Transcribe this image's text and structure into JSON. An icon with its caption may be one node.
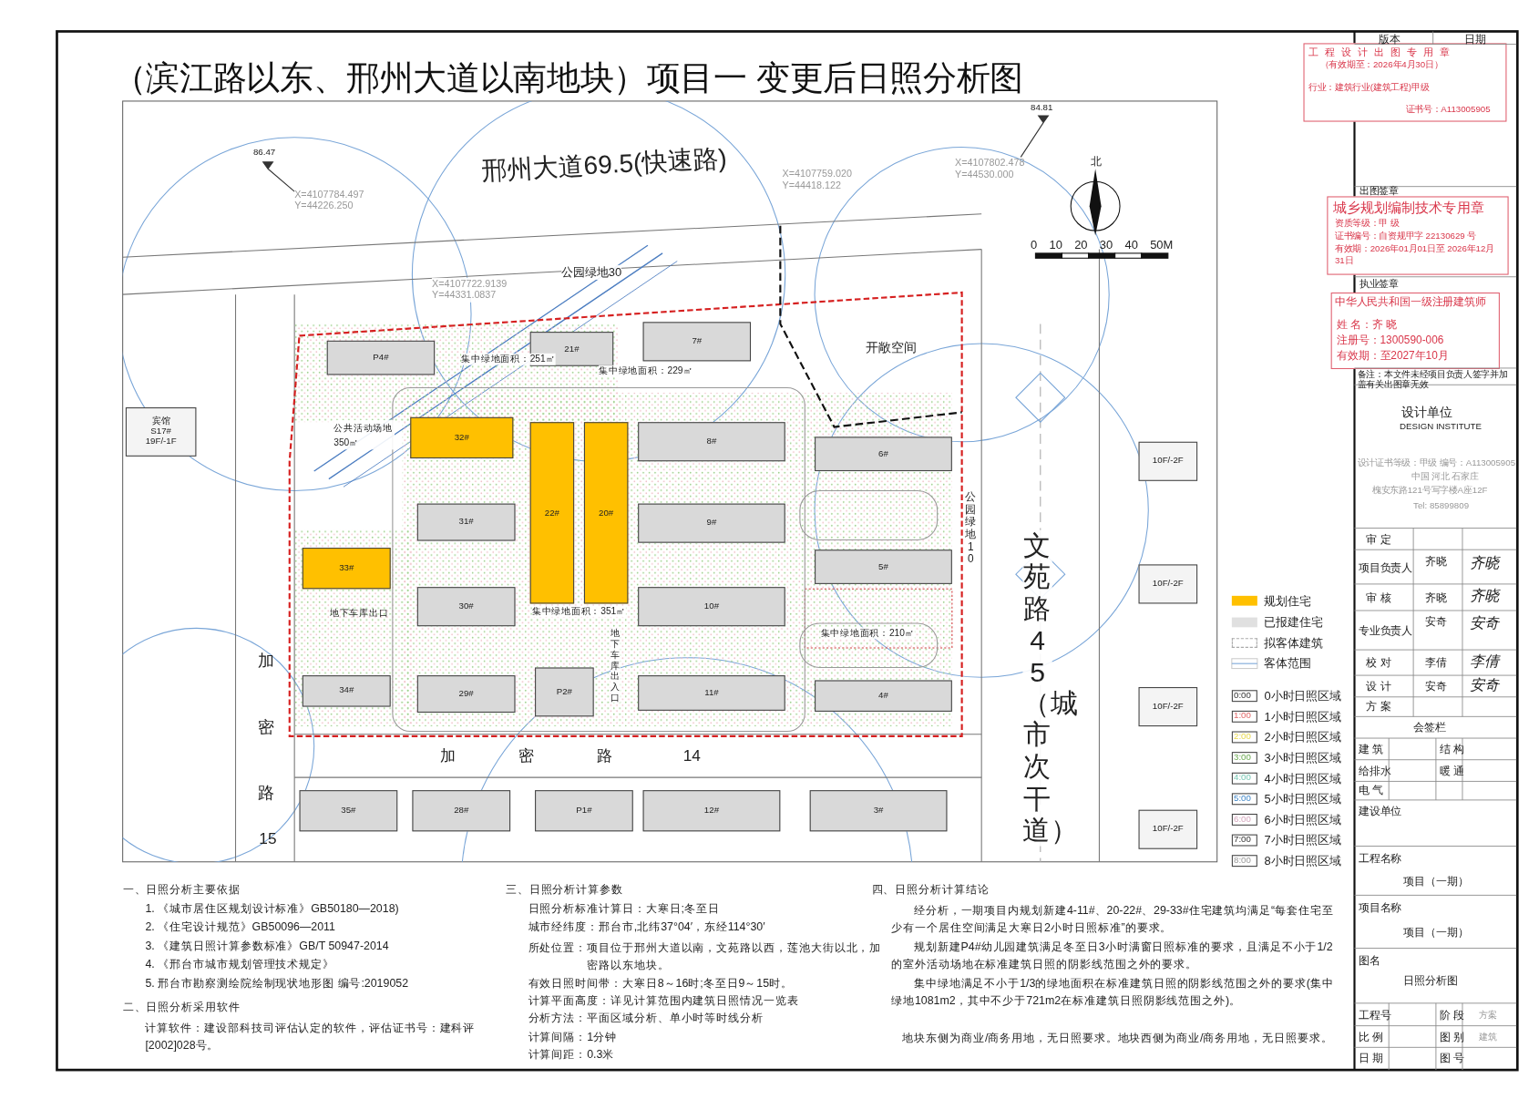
{
  "diagram": {
    "title": "（滨江路以东、邢州大道以南地块）项目一 变更后日照分析图",
    "nodes": [
      {
        "text": [
          "P4#"
        ]
      },
      {
        "text": [
          "21#"
        ]
      },
      {
        "text": [
          "7#"
        ]
      },
      {
        "text": [
          "32#"
        ]
      },
      {
        "text": [
          "22#"
        ]
      },
      {
        "text": [
          "20#"
        ]
      },
      {
        "text": [
          "8#"
        ]
      },
      {
        "text": [
          "6#"
        ]
      },
      {
        "text": [
          "31#"
        ]
      },
      {
        "text": [
          "9#"
        ]
      },
      {
        "text": [
          "33#"
        ]
      },
      {
        "text": [
          "5#"
        ]
      },
      {
        "text": [
          "30#"
        ]
      },
      {
        "text": [
          "10#"
        ]
      },
      {
        "text": [
          "34#"
        ]
      },
      {
        "text": [
          "29#"
        ]
      },
      {
        "text": [
          "P2#"
        ]
      },
      {
        "text": [
          "11#"
        ]
      },
      {
        "text": [
          "4#"
        ]
      },
      {
        "text": [
          "35#"
        ]
      },
      {
        "text": [
          "28#"
        ]
      },
      {
        "text": [
          "P1#"
        ]
      },
      {
        "text": [
          "12#"
        ]
      },
      {
        "text": [
          "3#"
        ]
      },
      {
        "text": [
          "宾馆",
          "S17#",
          "19F/-1F"
        ]
      },
      {
        "text": [
          "10F/-2F"
        ]
      },
      {
        "text": [
          "10F/-2F"
        ]
      },
      {
        "text": [
          "10F/-2F"
        ]
      },
      {
        "text": [
          "10F/-2F"
        ]
      }
    ],
    "labels": [
      "邢州大道69.5(快速路)",
      "公园绿地30",
      "开敞空间",
      "公园绿地10",
      "公共活动场地 350㎡",
      "集中绿地面积：229㎡",
      "集中绿地面积：251㎡",
      "集中绿地面积：351㎡",
      "集中绿地面积：210㎡",
      "地下车库出口",
      "地下车库出入口",
      "加密路",
      "15",
      "加密路",
      "14",
      "文苑路45（城市次干道）",
      "北",
      "0 10 20 30 40 50M",
      "X=4107784.497",
      "Y=44226.250",
      "X=4107759.020",
      "Y=44418.122",
      "X=4107802.478",
      "Y=44530.000",
      "X=4107722.9139",
      "Y=44331.0837",
      "86.47",
      "84.81",
      "0:00",
      "1:00",
      "2:00",
      "3:00",
      "4:00",
      "5:00",
      "6:00",
      "7:00",
      "8:00",
      "版本",
      "日期",
      "工 程 设 计 出 图 专 用 章",
      "（有效期至：2026年4月30日）",
      "行业：建筑行业(建筑工程)甲级",
      "证书号：A113005905",
      "出图签章",
      "城乡规划编制技术专用章",
      "资质等级：甲 级",
      "证书编号：自资规甲字 22130629 号",
      "有效期：2026年01月01日至 2026年12月31日",
      "执业签章",
      "中华人民共和国一级注册建筑师",
      "姓 名：齐 晓",
      "注册号：1300590-006",
      "有效期：至2027年10月",
      "备注：本文件未经项目负责人签字并加盖有关出图章无效",
      "设计单位",
      "DESIGN INSTITUTE",
      "设计证书等级：甲级 编号：A113005905",
      "中国 河北 石家庄",
      "槐安东路121号写字楼A座12F",
      "Tel: 85899809",
      "审 定",
      "项目负责人",
      "齐晓",
      "齐晓",
      "审 核",
      "齐晓",
      "齐晓",
      "专业负责人",
      "安奇",
      "安奇",
      "校 对",
      "李倩",
      "李倩",
      "设 计",
      "安奇",
      "安奇",
      "方 案",
      "会签栏",
      "建 筑",
      "结 构",
      "给排水",
      "暖 通",
      "电 气",
      "建设单位",
      "工程名称",
      "项目（一期）",
      "项目名称",
      "项目（一期）",
      "图名",
      "日照分析图",
      "工程号",
      "阶 段",
      "方案",
      "比 例",
      "图 别",
      "建筑",
      "日 期",
      "图 号",
      "一、日照分析主要依据",
      "1. 《城市居住区规划设计标准》GB50180—2018)",
      "2. 《住宅设计规范》GB50096—2011",
      "3. 《建筑日照计算参数标准》GB/T 50947-2014",
      "4. 《邢台市城市规划管理技术规定》",
      "5. 邢台市勘察测绘院绘制现状地形图 编号:2019052",
      "二、日照分析采用软件",
      "计算软件：建设部科技司评估认定的软件，评估证书号：建科评[2002]028号。",
      "三、日照分析计算参数",
      "日照分析标准计算日：大寒日;冬至日",
      "城市经纬度：邢台市,北纬37°04′，东经114°30′",
      "所处位置：项目位于邢州大道以南，文苑路以西，莲池大街以北，加密路以东地块。",
      "有效日照时间带：大寒日8～16时;冬至日9～15时。",
      "计算平面高度：详见计算范围内建筑日照情况一览表",
      "分析方法：平面区域分析、单小时等时线分析",
      "计算间隔：1分钟",
      "计算间距：0.3米",
      "四、日照分析计算结论",
      "经分析，一期项目内规划新建4-11#、20-22#、29-33#住宅建筑均满足“每套住宅至少有一个居住空间满足大寒日2小时日照标准”的要求。",
      "规划新建P4#幼儿园建筑满足冬至日3小时满窗日照标准的要求，且满足不小于1/2的室外活动场地在标准建筑日照的阴影线范围之外的要求。",
      "集中绿地满足不小于1/3的绿地面积在标准建筑日照的阴影线范围之外的要求(集中绿地1081m2，其中不少于721m2在标准建筑日照阴影线范围之外)。",
      "地块东侧为商业/商务用地，无日照要求。地块西侧为商业/商务用地，无日照要求。"
    ],
    "legend": [
      {
        "text": "规划住宅",
        "color": "#ffc000"
      },
      {
        "text": "已报建住宅",
        "color": "#e0e0e0"
      },
      {
        "text": "拟客体建筑"
      },
      {
        "text": "客体范围"
      },
      {
        "text": "0小时日照区域"
      },
      {
        "text": "1小时日照区域"
      },
      {
        "text": "2小时日照区域"
      },
      {
        "text": "3小时日照区域"
      },
      {
        "text": "4小时日照区域"
      },
      {
        "text": "5小时日照区域"
      },
      {
        "text": "6小时日照区域"
      },
      {
        "text": "7小时日照区域"
      },
      {
        "text": "8小时日照区域"
      }
    ]
  }
}
